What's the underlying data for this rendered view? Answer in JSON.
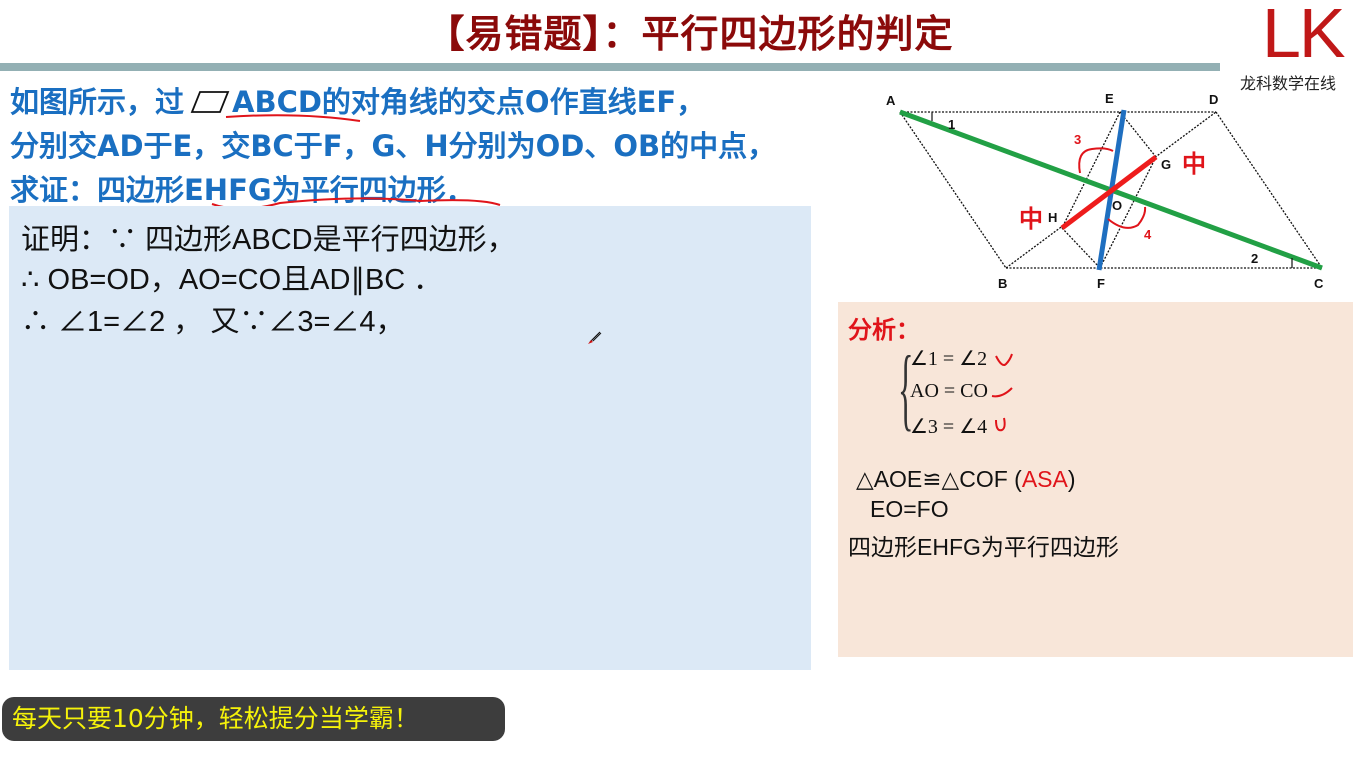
{
  "header": {
    "title": "【易错题】：平行四边形的判定",
    "title_color": "#8b0a0a",
    "rule_color": "#93b0b4"
  },
  "logo": {
    "mark": "LK",
    "mark_color": "#c01818",
    "subtitle": "龙科数学在线"
  },
  "problem": {
    "color": "#1a6fc1",
    "line1_pre": "如图所示，过",
    "parallelogram_icon": "parallelogram-symbol",
    "line1_post": "ABCD的对角线的交点O作直线EF，",
    "line2": "分别交AD于E，交BC于F，G、H分别为OD、OB的中点，",
    "line3": "求证：四边形EHFG为平行四边形．"
  },
  "proof": {
    "background": "#dce9f6",
    "lines": [
      "证明：∵   四边形ABCD是平行四边形，",
      "∴   OB=OD，AO=CO且AD∥BC ．",
      "∴  ∠1=∠2    ，  又∵∠3=∠4，"
    ]
  },
  "figure": {
    "points": [
      "A",
      "B",
      "C",
      "D",
      "E",
      "F",
      "G",
      "H",
      "O"
    ],
    "angle_labels": [
      "1",
      "2",
      "3",
      "4"
    ],
    "midpoint_labels": [
      "中",
      "中"
    ],
    "diagonal_color": "#22a045",
    "ef_color": "#1f6fc0",
    "hg_color": "#ee1c1c"
  },
  "analysis": {
    "background": "#f8e6d9",
    "title": "分析：",
    "conditions": [
      "∠1 = ∠2",
      "AO = CO",
      "∠3 = ∠4"
    ],
    "congruence_pre": "△AOE≌△COF  (",
    "congruence_reason": "ASA",
    "congruence_post": ")",
    "result1": "EO=FO",
    "result2": "四边形EHFG为平行四边形"
  },
  "slogan": {
    "text": "每天只要10分钟，轻松提分当学霸！",
    "text_color": "#f5f20a",
    "background": "#3d3d3d"
  }
}
